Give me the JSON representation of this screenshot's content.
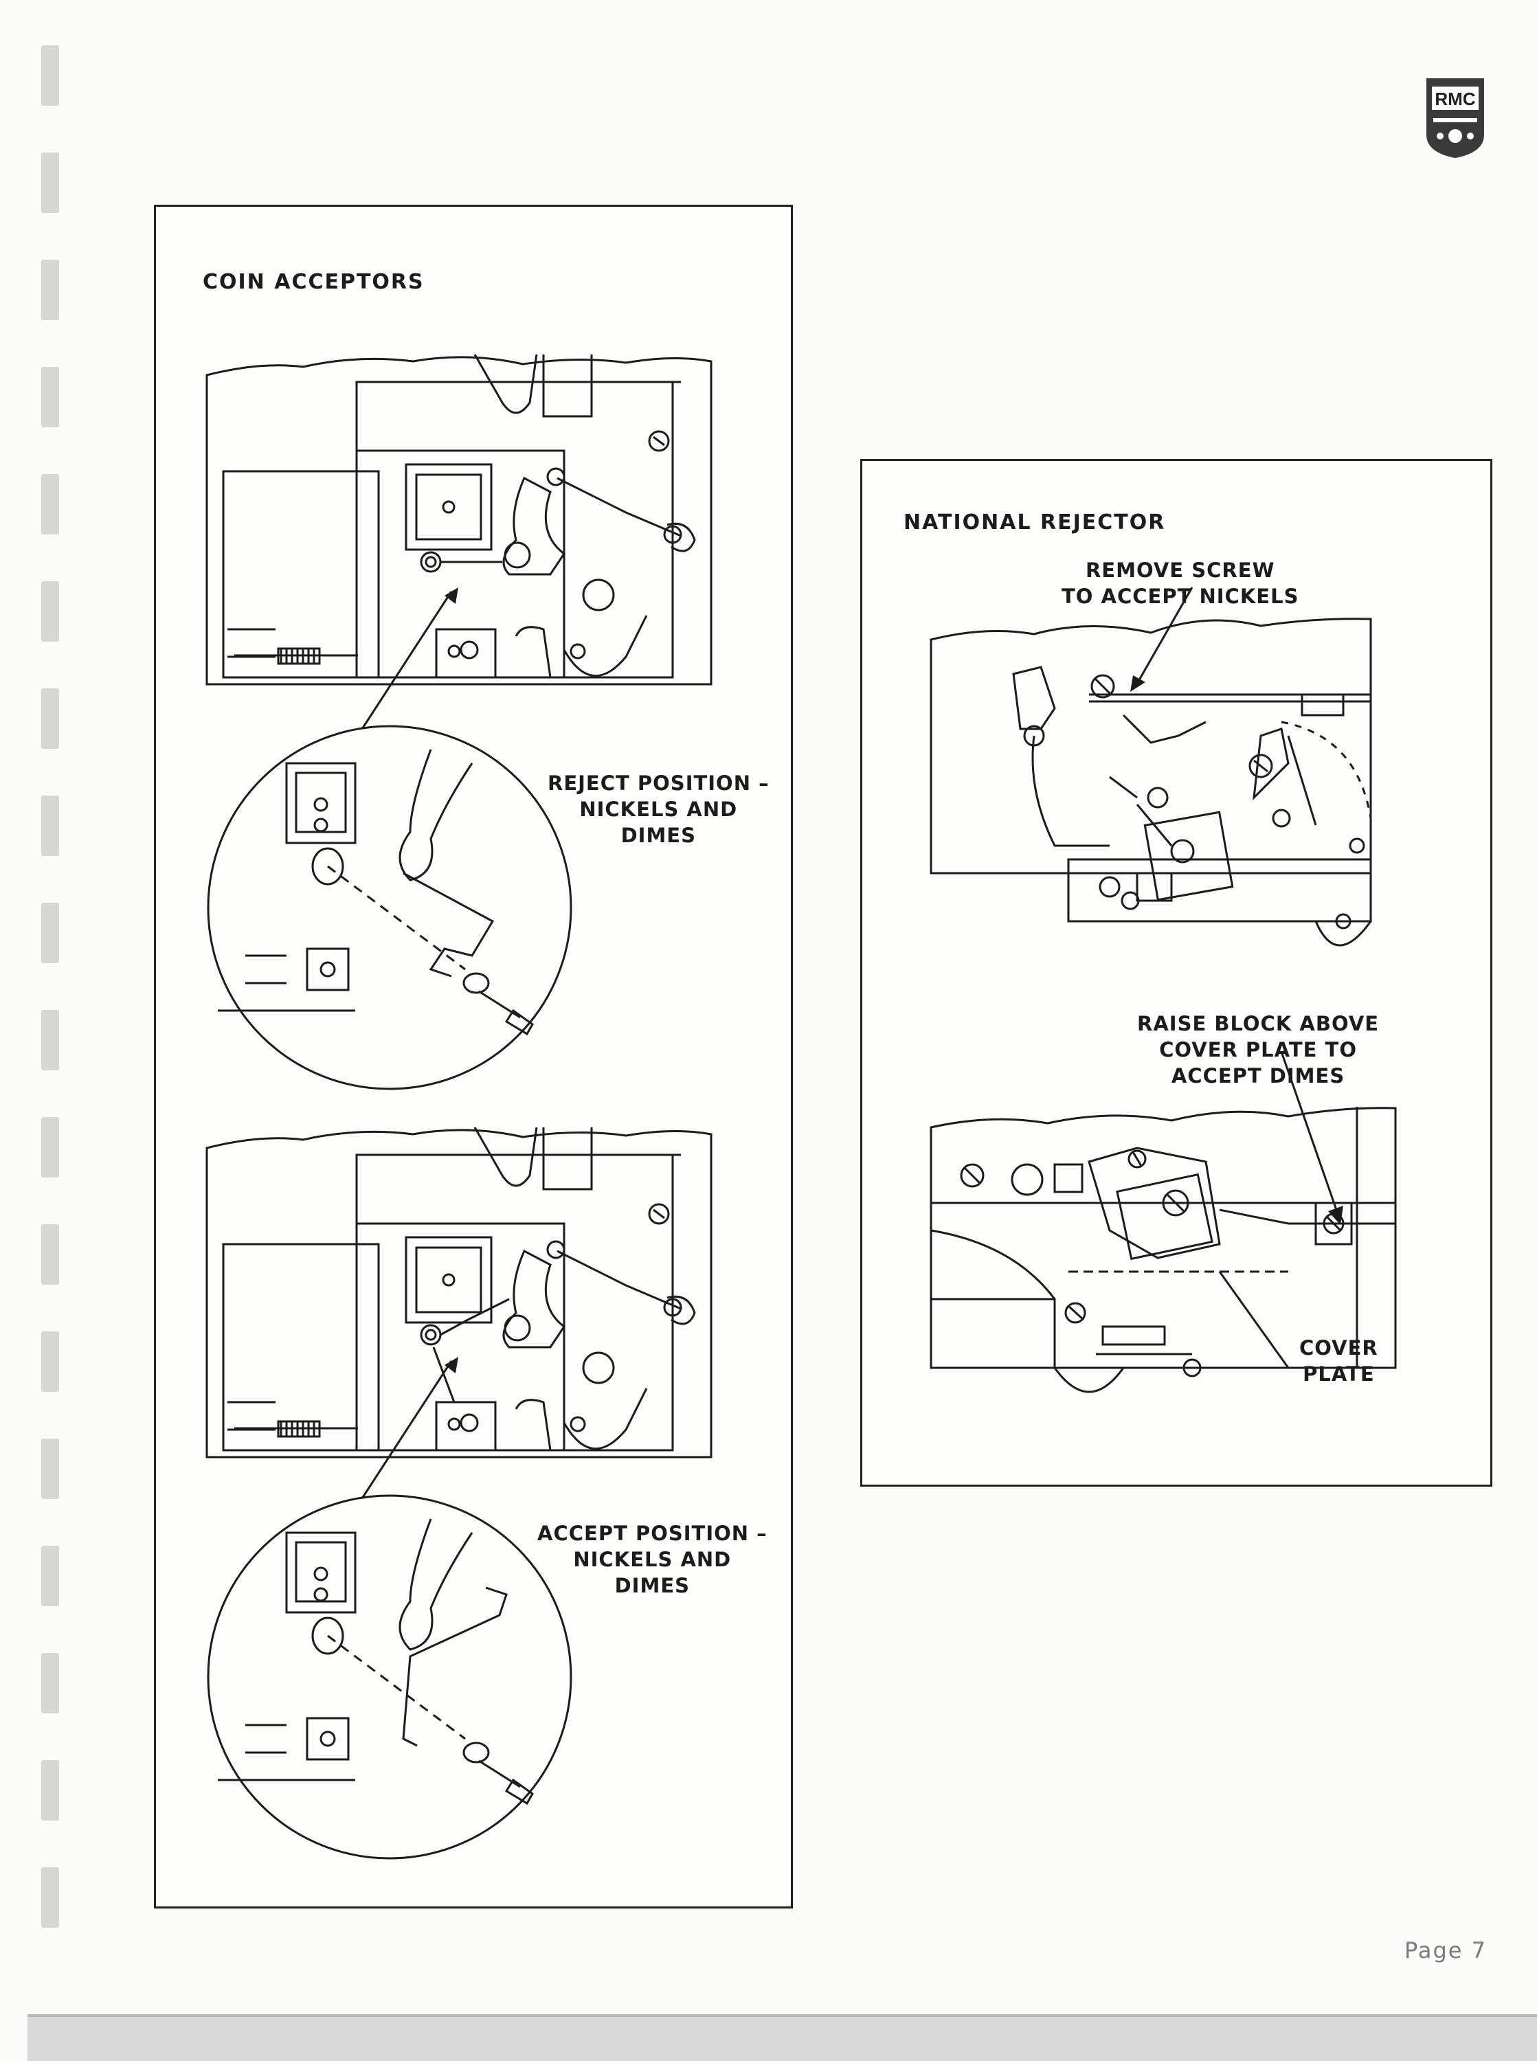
{
  "brand": {
    "logo_text": "RMC",
    "logo_icon": "rmc-crest-logo"
  },
  "coin_acceptors": {
    "title": "COIN ACCEPTORS",
    "reject_callout": [
      "REJECT POSITION –",
      "NICKELS AND",
      "DIMES"
    ],
    "accept_callout": [
      "ACCEPT POSITION –",
      "NICKELS AND",
      "DIMES"
    ]
  },
  "national_rejector": {
    "title": "NATIONAL REJECTOR",
    "remove_screw_callout": [
      "REMOVE SCREW",
      "TO ACCEPT NICKELS"
    ],
    "raise_block_callout": [
      "RAISE BLOCK ABOVE",
      "COVER PLATE TO",
      "ACCEPT DIMES"
    ],
    "cover_plate_label": [
      "COVER",
      "PLATE"
    ]
  },
  "footer": {
    "page_label": "Page 7"
  },
  "colors": {
    "ink": "#1c1c1c",
    "paper": "#fbfbf9",
    "binding_hole": "#d6d6d4"
  }
}
